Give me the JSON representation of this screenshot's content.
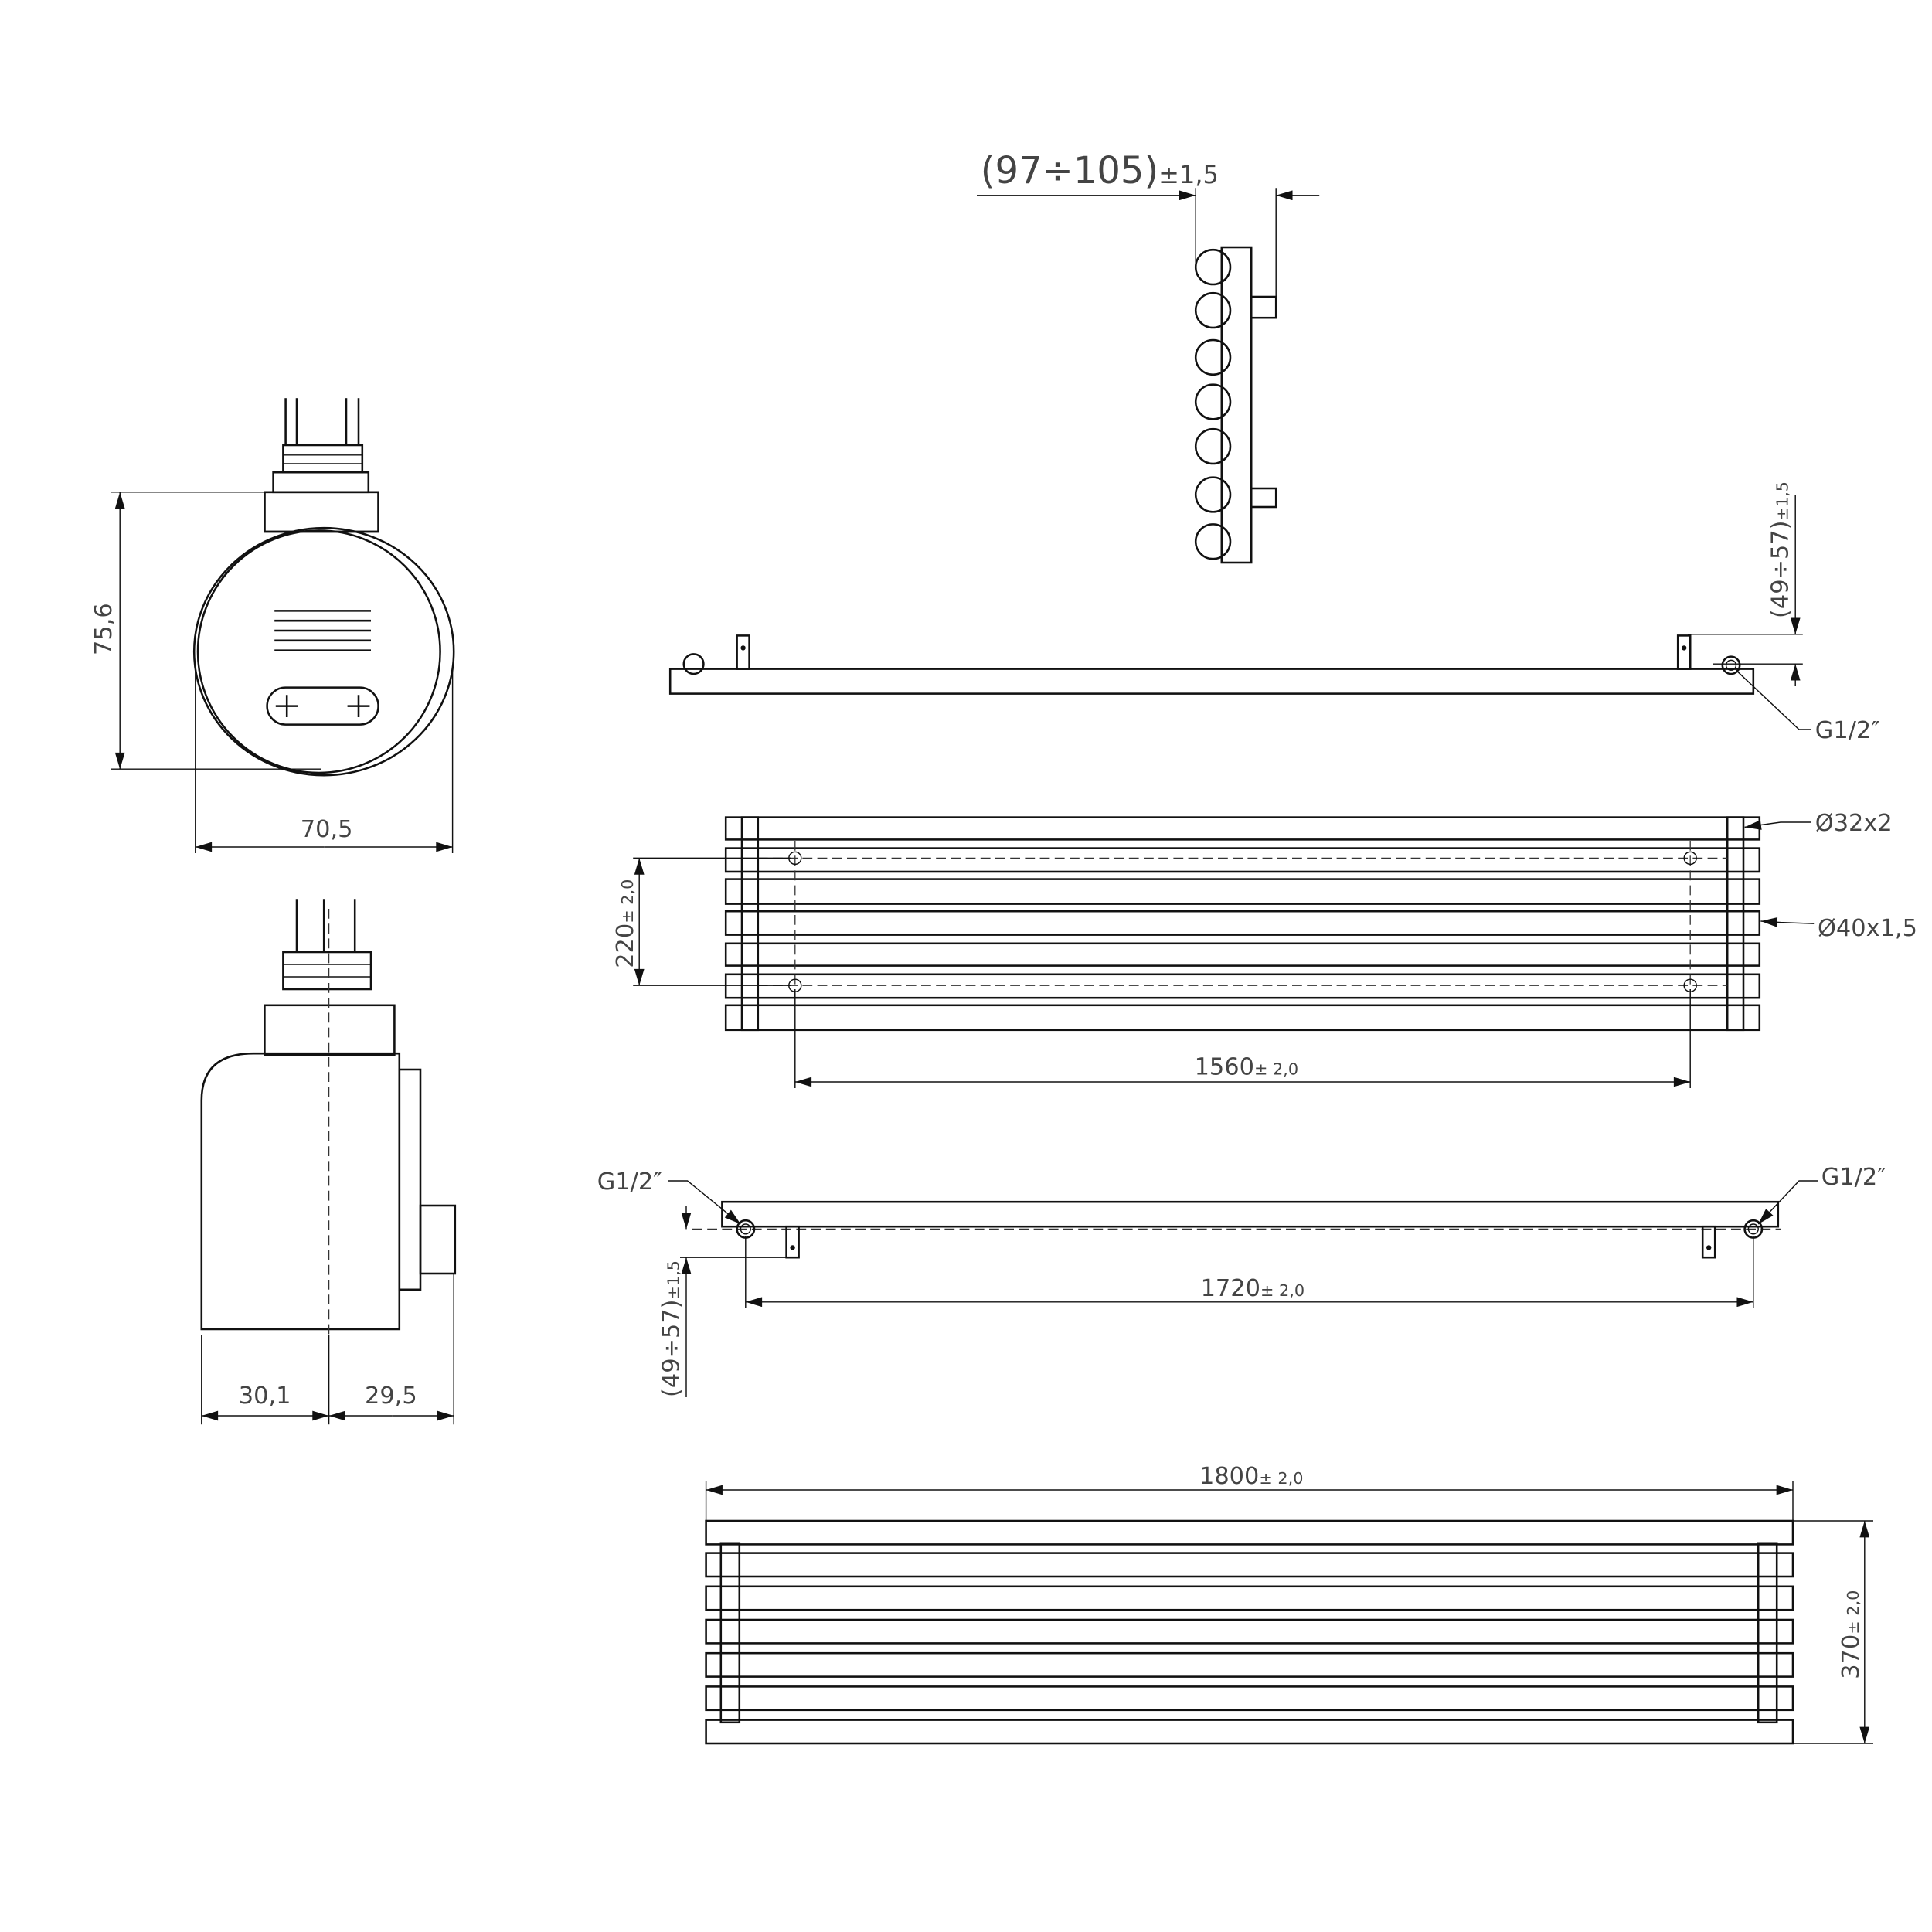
{
  "side_view": {
    "depth": "(97÷105)",
    "depth_tol": "±1,5"
  },
  "top_view_upper": {
    "wall_offset": "(49÷57)",
    "wall_offset_tol": "±1,5",
    "connection": "G1/2″"
  },
  "front_view": {
    "axis_height": "220",
    "axis_height_tol": "± 2,0",
    "axis_width": "1560",
    "axis_width_tol": "± 2,0",
    "tube_small": "Ø32x2",
    "tube_large": "Ø40x1,5"
  },
  "top_view_lower": {
    "connection_left": "G1/2″",
    "connection_right": "G1/2″",
    "connection_spacing": "1720",
    "connection_spacing_tol": "± 2,0",
    "wall_offset": "(49÷57)",
    "wall_offset_tol": "±1,5"
  },
  "front_view_overall": {
    "width": "1800",
    "width_tol": "± 2,0",
    "height": "370",
    "height_tol": "± 2,0"
  },
  "heater_front": {
    "height": "75,6",
    "width": "70,5"
  },
  "heater_side": {
    "left_depth": "30,1",
    "right_depth": "29,5"
  }
}
